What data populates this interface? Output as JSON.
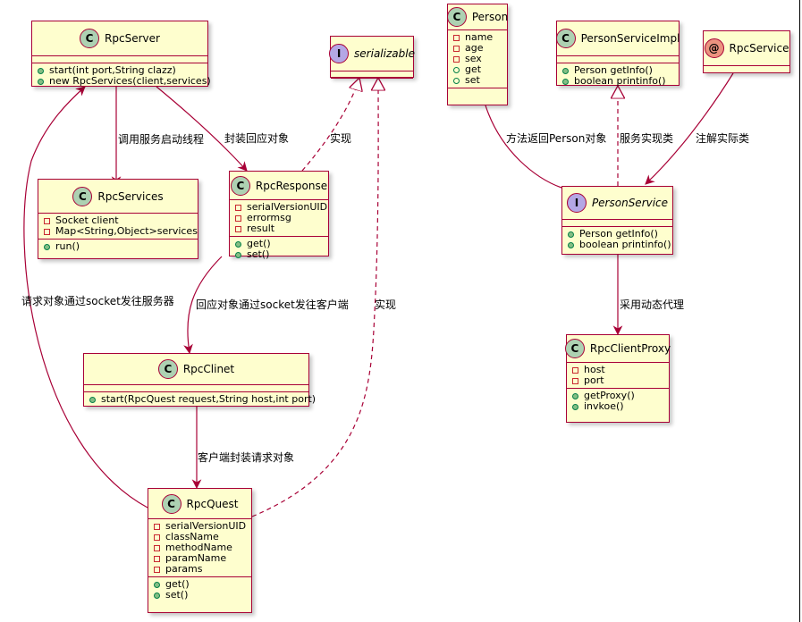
{
  "colors": {
    "box_fill": "#FEFECE",
    "border": "#A80036",
    "class_circle": "#ADD1B2",
    "interface_circle": "#B4A7E5",
    "annotation_circle": "#EB937F",
    "private_marker": "#C82930",
    "public_marker": "#84BE84"
  },
  "nodes": {
    "rpcserver": {
      "kind_letter": "C",
      "name": "RpcServer",
      "fields": [],
      "methods": [
        {
          "vis": "public",
          "text": "start(int port,String clazz)"
        },
        {
          "vis": "public",
          "text": "new RpcServices(client,services)"
        }
      ]
    },
    "serializable": {
      "kind_letter": "I",
      "name": "serializable",
      "fields": [],
      "methods": []
    },
    "person": {
      "kind_letter": "C",
      "name": "Person",
      "fields": [
        {
          "vis": "private",
          "text": "name"
        },
        {
          "vis": "private",
          "text": "age"
        },
        {
          "vis": "private",
          "text": "sex"
        },
        {
          "vis": "public-open",
          "text": "get"
        },
        {
          "vis": "public-open",
          "text": "set"
        }
      ],
      "methods": []
    },
    "personserviceimpl": {
      "kind_letter": "C",
      "name": "PersonServiceImpl",
      "fields": [],
      "methods": [
        {
          "vis": "public",
          "text": "Person getInfo()"
        },
        {
          "vis": "public",
          "text": "boolean printinfo()"
        }
      ]
    },
    "rpcservice": {
      "kind_letter": "@",
      "name": "RpcService",
      "fields": [],
      "methods": []
    },
    "rpcservices": {
      "kind_letter": "C",
      "name": "RpcServices",
      "fields": [
        {
          "vis": "private",
          "text": "Socket client"
        },
        {
          "vis": "private",
          "text": "Map<String,Object>services"
        }
      ],
      "methods": [
        {
          "vis": "public",
          "text": "run()"
        }
      ]
    },
    "rpcresponse": {
      "kind_letter": "C",
      "name": "RpcResponse",
      "fields": [
        {
          "vis": "private",
          "text": "serialVersionUID"
        },
        {
          "vis": "private",
          "text": "errormsg"
        },
        {
          "vis": "private",
          "text": "result"
        }
      ],
      "methods": [
        {
          "vis": "public",
          "text": "get()"
        },
        {
          "vis": "public",
          "text": "set()"
        }
      ]
    },
    "personservice": {
      "kind_letter": "I",
      "name": "PersonService",
      "fields": [],
      "methods": [
        {
          "vis": "public",
          "text": "Person getInfo()"
        },
        {
          "vis": "public",
          "text": "boolean printinfo()"
        }
      ]
    },
    "rpcclinet": {
      "kind_letter": "C",
      "name": "RpcClinet",
      "fields": [],
      "methods": [
        {
          "vis": "public",
          "text": "start(RpcQuest request,String host,int port)"
        }
      ]
    },
    "rpcclientproxy": {
      "kind_letter": "C",
      "name": "RpcClientProxy",
      "fields": [
        {
          "vis": "private",
          "text": "host"
        },
        {
          "vis": "private",
          "text": "port"
        }
      ],
      "methods": [
        {
          "vis": "public",
          "text": "getProxy()"
        },
        {
          "vis": "public",
          "text": "invkoe()"
        }
      ]
    },
    "rpcquest": {
      "kind_letter": "C",
      "name": "RpcQuest",
      "fields": [
        {
          "vis": "private",
          "text": "serialVersionUID"
        },
        {
          "vis": "private",
          "text": "className"
        },
        {
          "vis": "private",
          "text": "methodName"
        },
        {
          "vis": "private",
          "text": "paramName"
        },
        {
          "vis": "private",
          "text": "params"
        }
      ],
      "methods": [
        {
          "vis": "public",
          "text": "get()"
        },
        {
          "vis": "public",
          "text": "set()"
        }
      ]
    }
  },
  "edge_labels": {
    "server_to_services": "调用服务启动线程",
    "server_to_response": "封装回应对象",
    "response_implements": "实现",
    "quest_to_server": "请求对象通过socket发往服务器",
    "response_to_clinet": "回应对象通过socket发往客户端",
    "quest_implements": "实现",
    "clinet_to_quest": "客户端封装请求对象",
    "person_to_service": "方法返回Person对象",
    "impl_realizes": "服务实现类",
    "annotation_to_service": "注解实际类",
    "service_to_proxy": "采用动态代理"
  }
}
